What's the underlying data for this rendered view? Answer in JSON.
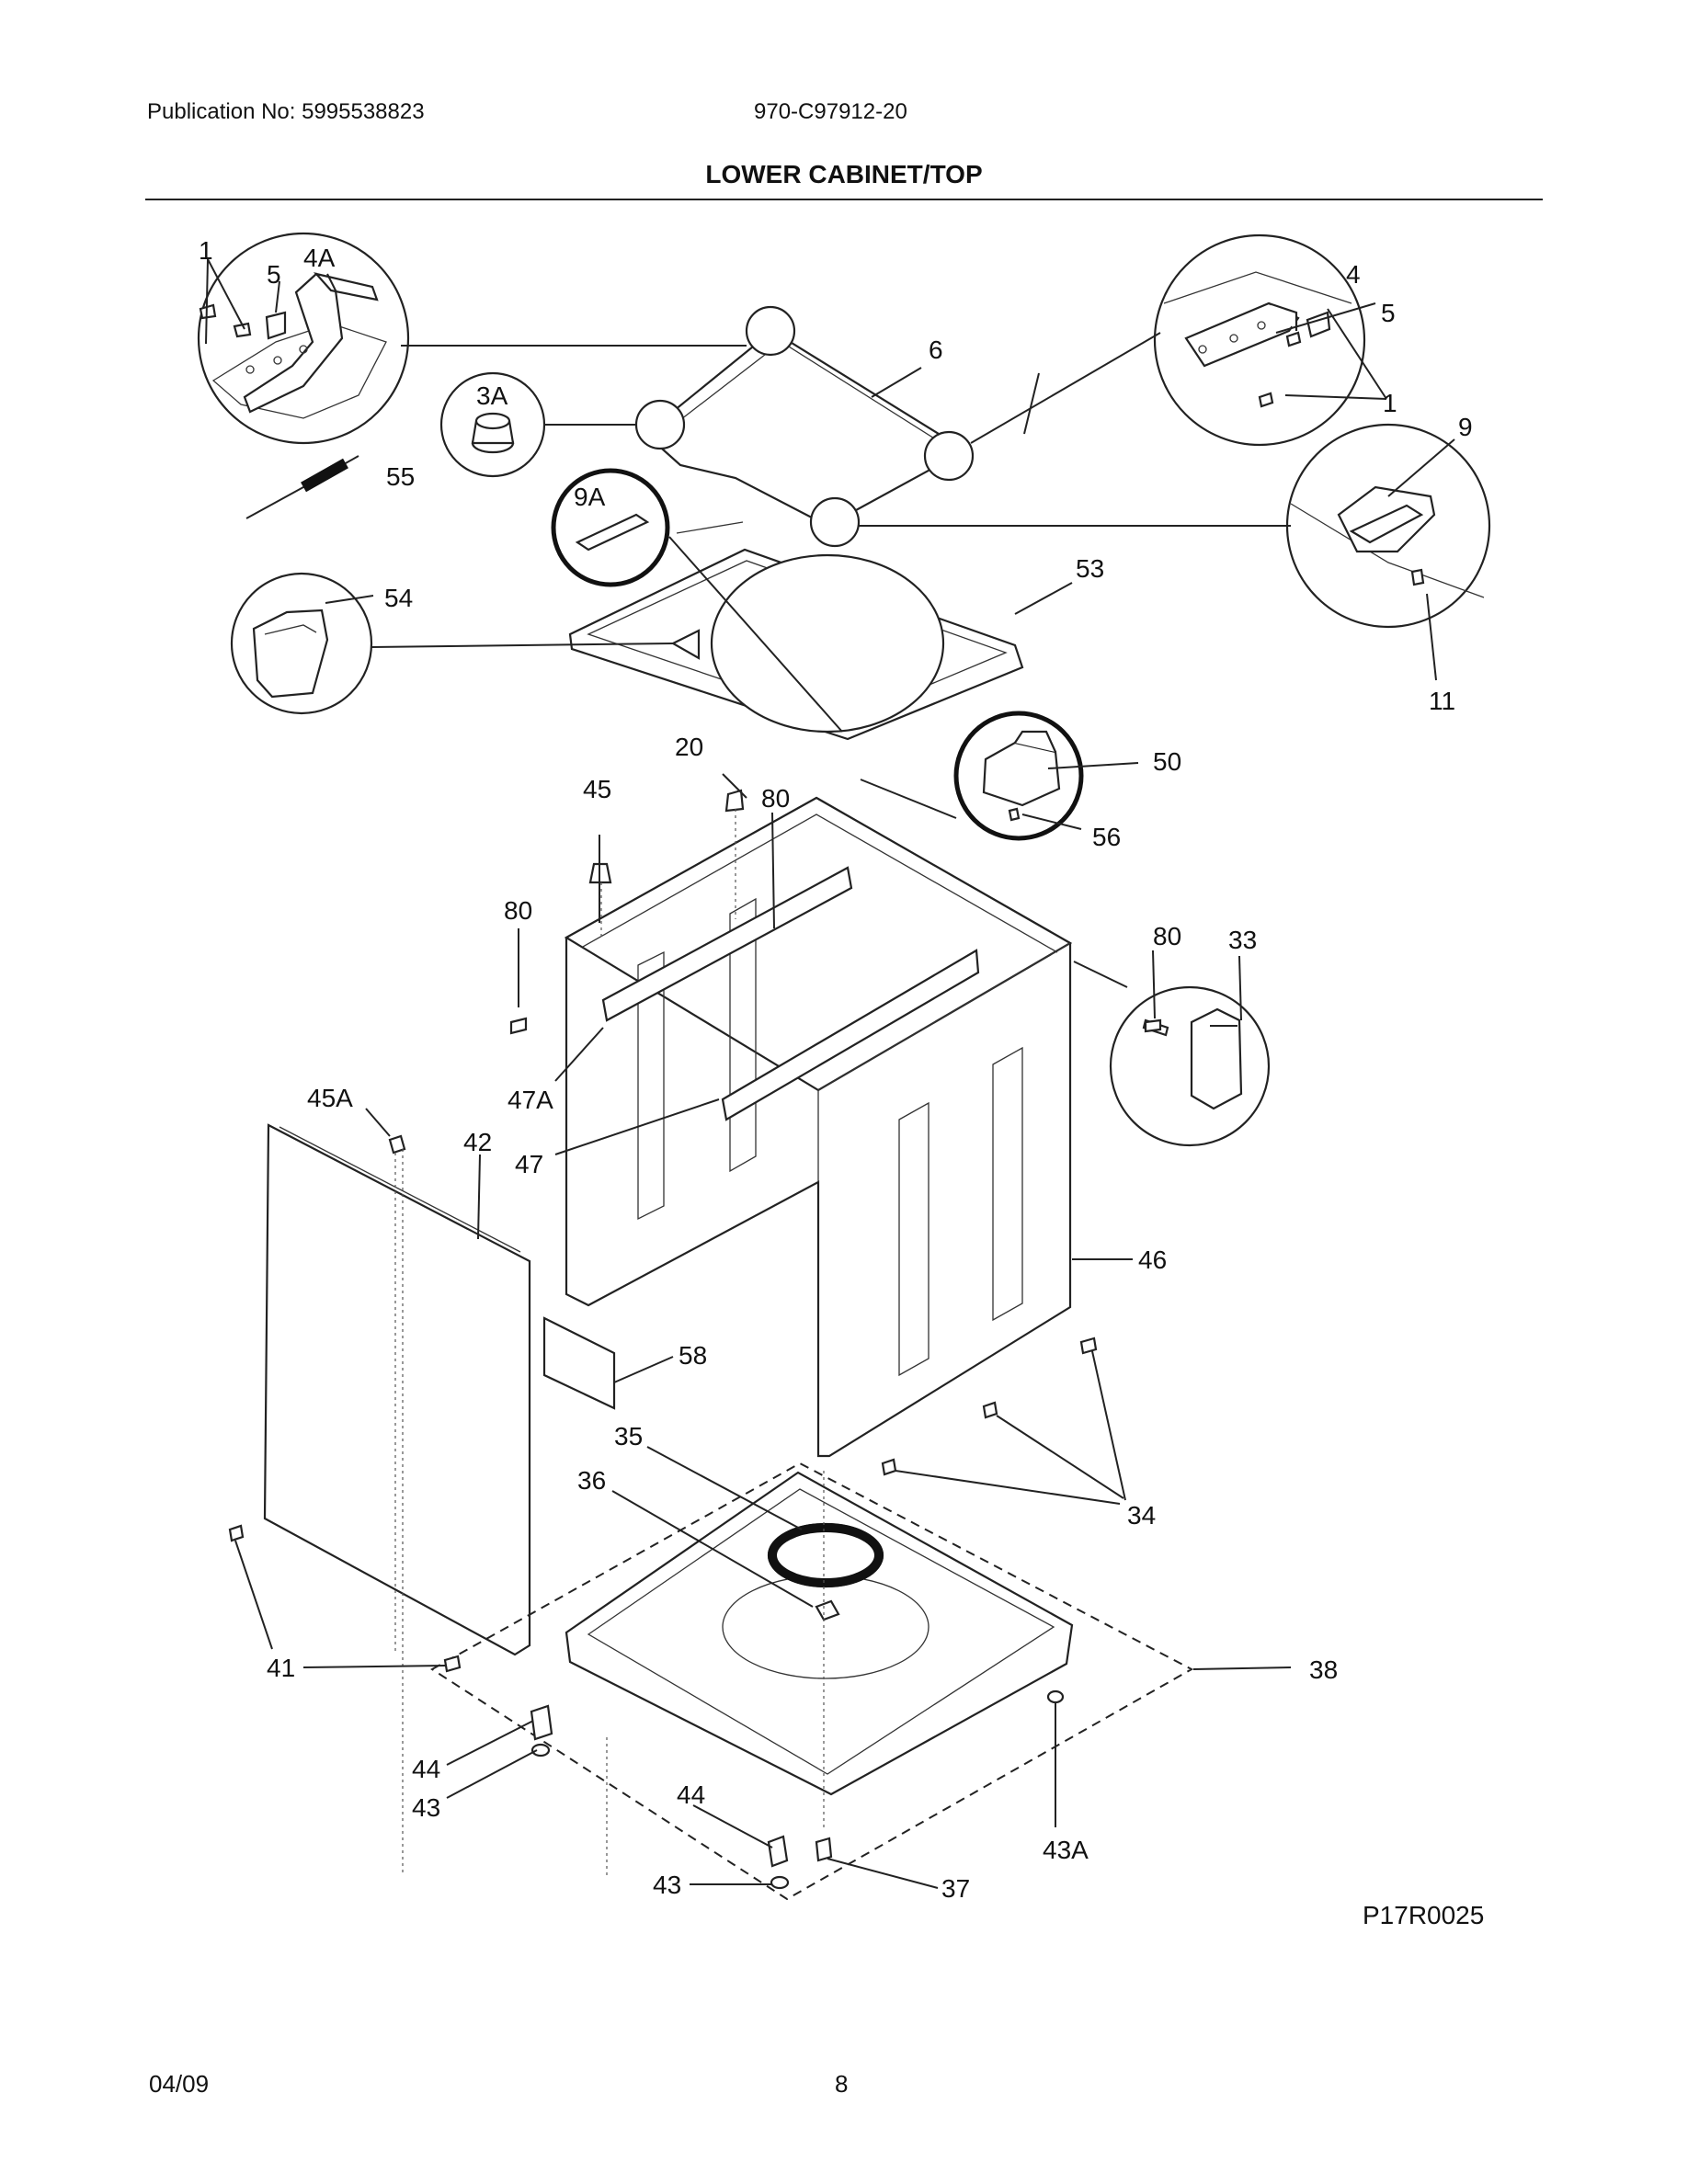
{
  "header": {
    "publication": "Publication No: 5995538823",
    "doc_number": "970-C97912-20",
    "title": "LOWER CABINET/TOP"
  },
  "diagram_code": "P17R0025",
  "footer": {
    "date": "04/09",
    "page": "8"
  },
  "callouts": {
    "c1a": "1",
    "c4a": "4A",
    "c5a": "5",
    "c3a": "3A",
    "c55": "55",
    "c6": "6",
    "c4": "4",
    "c5b": "5",
    "c1b": "1",
    "c9": "9",
    "c9a": "9A",
    "c53": "53",
    "c54": "54",
    "c11": "11",
    "c20": "20",
    "c50": "50",
    "c45": "45",
    "c80a": "80",
    "c56": "56",
    "c80b": "80",
    "c80c": "80",
    "c33": "33",
    "c45a": "45A",
    "c47a": "47A",
    "c42": "42",
    "c47": "47",
    "c46": "46",
    "c58": "58",
    "c35": "35",
    "c36": "36",
    "c34": "34",
    "c41": "41",
    "c38": "38",
    "c44a": "44",
    "c43a": "43",
    "c44b": "44",
    "c43b": "43",
    "c43A": "43A",
    "c37": "37"
  }
}
